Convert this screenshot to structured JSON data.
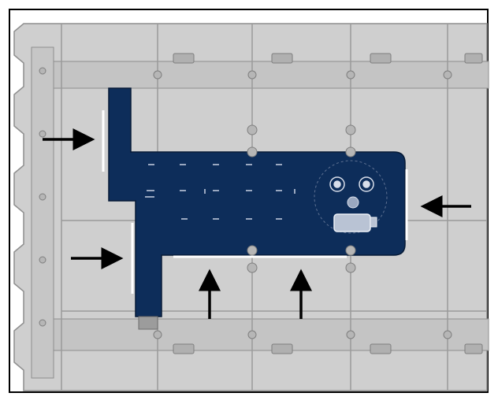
{
  "figure": {
    "kind": "technical-illustration",
    "subject": "battery tray",
    "highlighted_part": "plate"
  },
  "colors": {
    "frame": "#000000",
    "background": "#ffffff",
    "tray_fill": "#cfcfcf",
    "tray_line": "#8e8e8e",
    "highlight_fill": "#0d2d5a",
    "highlight_detail": "#9aa8c0",
    "indicator_line": "#ffffff",
    "arrow": "#000000"
  },
  "icons": {
    "arrows": [
      "arrow-right-icon",
      "arrow-right-icon",
      "arrow-up-icon",
      "arrow-up-icon",
      "arrow-left-icon"
    ]
  }
}
